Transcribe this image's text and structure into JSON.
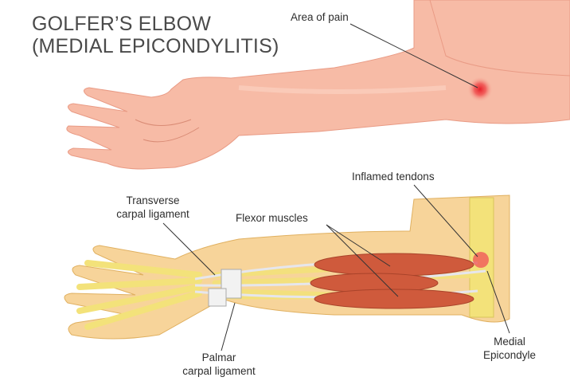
{
  "title": {
    "line1": "GOLFER’S ELBOW",
    "line2": "(MEDIAL EPICONDYLITIS)"
  },
  "labels": {
    "area_of_pain": "Area of pain",
    "inflamed_tendons": "Inflamed tendons",
    "transverse_line1": "Transverse",
    "transverse_line2": "carpal ligament",
    "flexor_muscles": "Flexor muscles",
    "medial_line1": "Medial",
    "medial_line2": "Epicondyle",
    "palmar_line1": "Palmar",
    "palmar_line2": "carpal ligament"
  },
  "colors": {
    "skin": "#f7bba6",
    "skin_shade": "#eea18a",
    "pain": "#e8202a",
    "bone": "#f3e27a",
    "tissue": "#f7d49a",
    "muscle": "#cf5a3c",
    "tendon": "#e6e6ec"
  }
}
